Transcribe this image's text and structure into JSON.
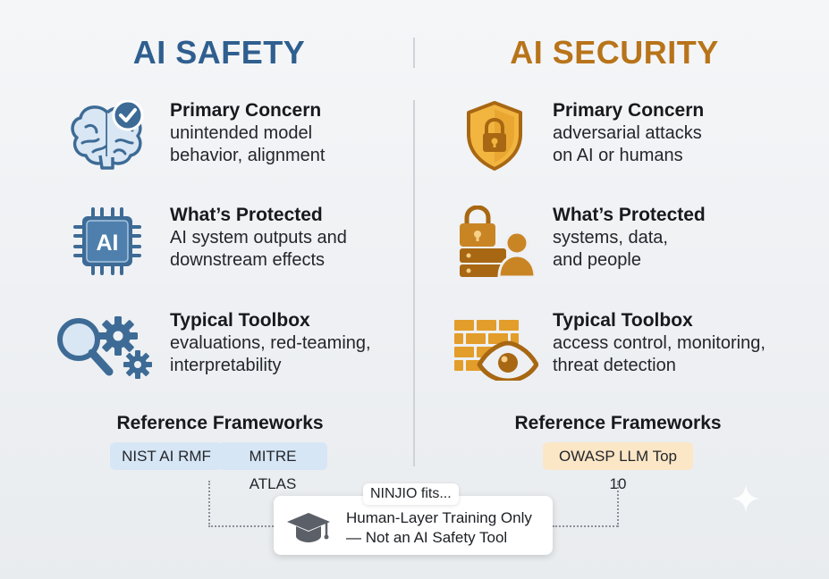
{
  "columns": {
    "safety": {
      "title": "AI SAFETY",
      "accent": "#2f5f8f",
      "rows": [
        {
          "heading": "Primary Concern",
          "body": "unintended model\nbehavior, alignment",
          "icon": "brain-check-icon"
        },
        {
          "heading": "What’s Protected",
          "body": "AI system outputs and\ndownstream effects",
          "icon": "ai-chip-icon"
        },
        {
          "heading": "Typical Toolbox",
          "body": "evaluations, red-teaming,\ninterpretability",
          "icon": "magnifier-gears-icon"
        }
      ],
      "frameworks_title": "Reference Frameworks",
      "frameworks": [
        "NIST AI RMF",
        "MITRE ATLAS"
      ]
    },
    "security": {
      "title": "AI SECURITY",
      "accent": "#b8741a",
      "rows": [
        {
          "heading": "Primary Concern",
          "body": "adversarial attacks\non AI or humans",
          "icon": "shield-lock-icon"
        },
        {
          "heading": "What’s Protected",
          "body": "systems, data,\nand people",
          "icon": "lock-server-user-icon"
        },
        {
          "heading": "Typical Toolbox",
          "body": "access control, monitoring,\nthreat detection",
          "icon": "firewall-eye-icon"
        }
      ],
      "frameworks_title": "Reference Frameworks",
      "frameworks": [
        "OWASP LLM Top 10"
      ]
    }
  },
  "callout": {
    "tag": "NINJIO fits...",
    "text": "Human-Layer Training Only\n— Not an AI Safety Tool",
    "icon": "graduation-cap-icon"
  }
}
